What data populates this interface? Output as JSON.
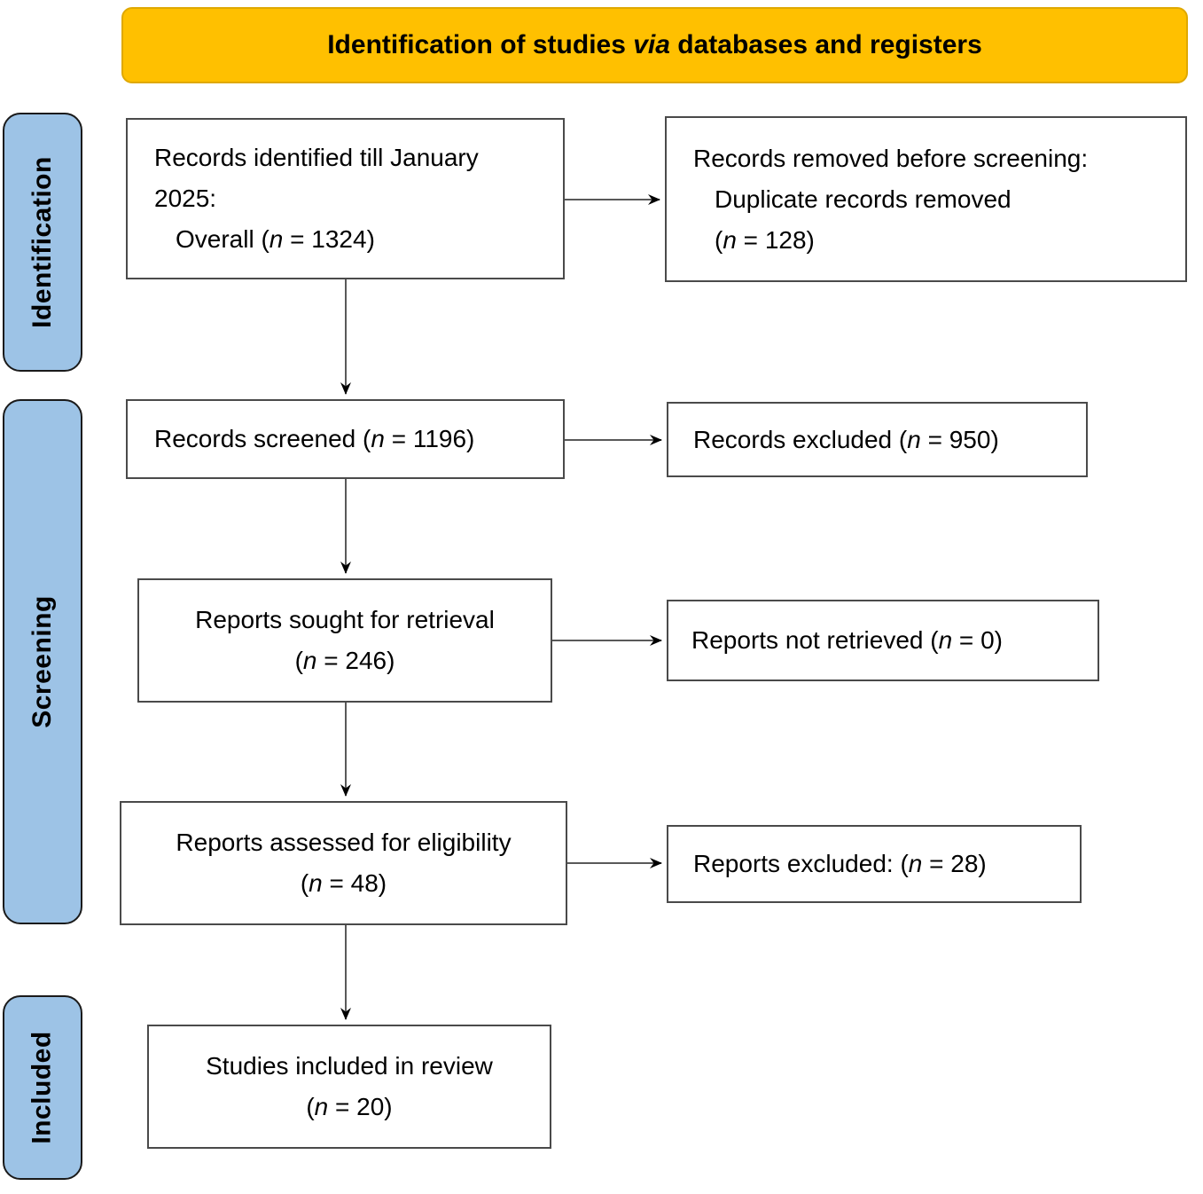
{
  "banner": {
    "title_pre": "Identification of studies ",
    "title_italic": "via",
    "title_post": " databases and registers"
  },
  "sidebar": {
    "labels": {
      "identification": "Identification",
      "screening": "Screening",
      "included": "Included"
    }
  },
  "colors": {
    "banner_fill": "#FFC000",
    "banner_border": "#DFA800",
    "sidebar_fill": "#9DC3E6",
    "box_border": "#4A4A4A",
    "arrow": "#595959"
  },
  "boxes": {
    "records_identified": {
      "line1": "Records identified till January",
      "line2": "2025:",
      "line3_pre": "Overall (",
      "n": "n",
      "line3_post": " = 1324)"
    },
    "records_removed": {
      "line1": "Records removed before screening:",
      "line2": "Duplicate records removed",
      "line3_pre": "(",
      "n": "n",
      "line3_post": " = 128)"
    },
    "records_screened": {
      "pre": "Records screened (",
      "n": "n",
      "post": " = 1196)"
    },
    "records_excluded": {
      "pre": "Records excluded (",
      "n": "n",
      "post": " = 950)"
    },
    "reports_sought": {
      "line1": "Reports sought for retrieval",
      "line2_pre": "(",
      "n": "n",
      "line2_post": " = 246)"
    },
    "reports_not_retrieved": {
      "pre": "Reports not retrieved (",
      "n": "n",
      "post": " = 0)"
    },
    "reports_assessed": {
      "line1": "Reports assessed for eligibility",
      "line2_pre": "(",
      "n": "n",
      "line2_post": " = 48)"
    },
    "reports_excluded": {
      "pre": "Reports excluded: (",
      "n": "n",
      "post": " = 28)"
    },
    "studies_included": {
      "line1": "Studies included in review",
      "line2_pre": "(",
      "n": "n",
      "line2_post": " = 20)"
    }
  }
}
